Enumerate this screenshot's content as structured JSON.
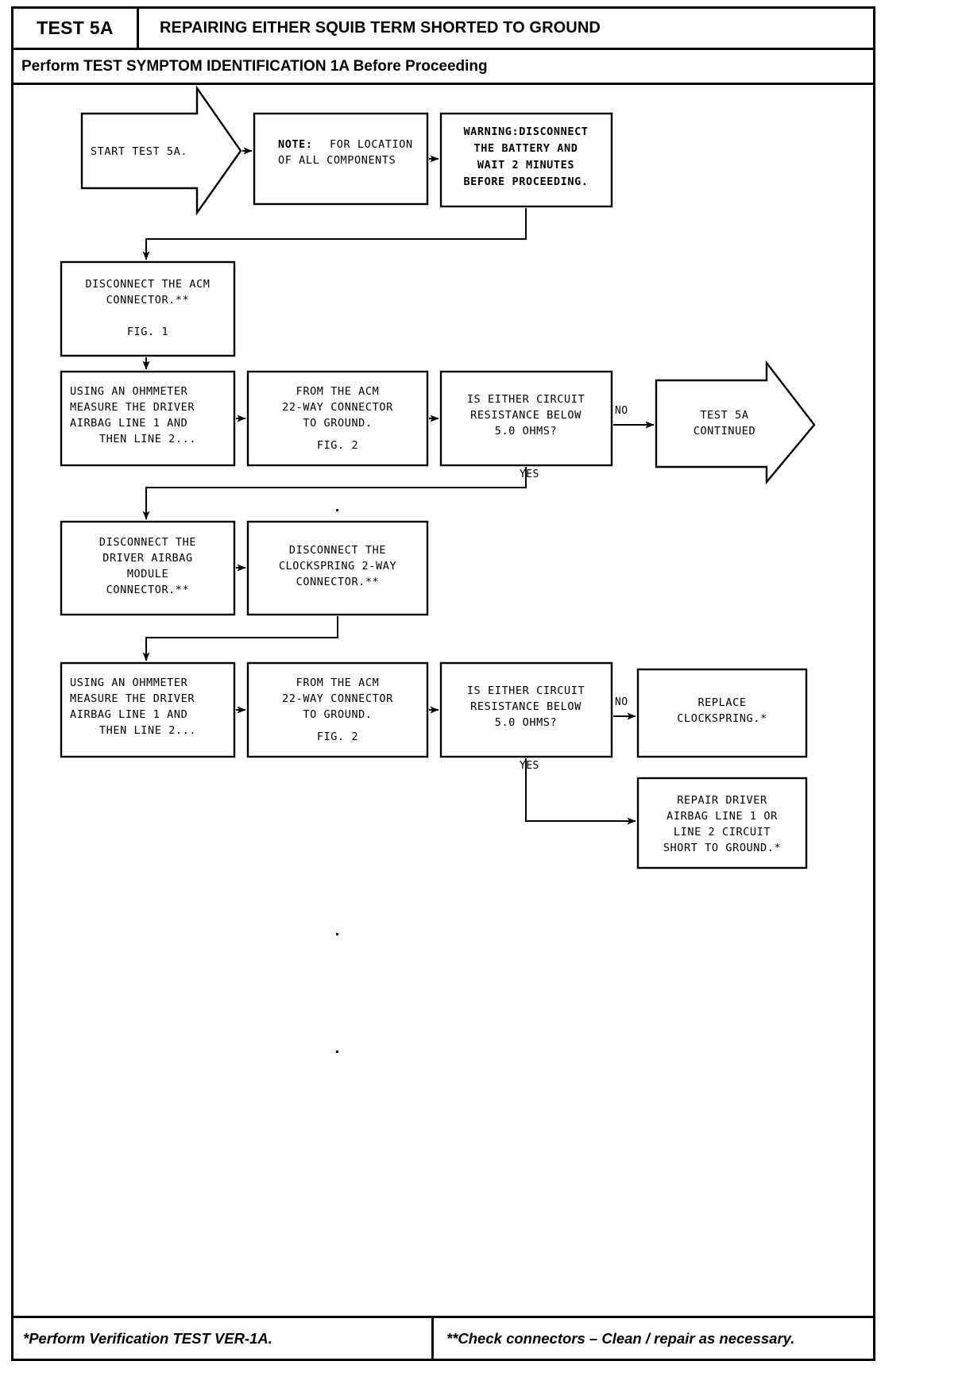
{
  "header": {
    "test_id": "TEST 5A",
    "title": "REPAIRING EITHER SQUIB TERM SHORTED TO GROUND",
    "subheader": "Perform TEST SYMPTOM IDENTIFICATION 1A Before Proceeding"
  },
  "footer": {
    "left_note": "*Perform Verification TEST VER-1A.",
    "right_note": "**Check connectors – Clean / repair as necessary."
  },
  "nodes": {
    "start": {
      "shape": "pentagon-arrow",
      "lines": [
        "START TEST 5A."
      ]
    },
    "note_components": {
      "shape": "rect",
      "lines": [
        "NOTE: FOR LOCATION",
        "OF ALL COMPONENTS"
      ],
      "bold_first_word": "NOTE:"
    },
    "warning_battery": {
      "shape": "rect",
      "bold": true,
      "lines": [
        "WARNING:DISCONNECT",
        "THE BATTERY AND",
        "WAIT 2 MINUTES",
        "BEFORE PROCEEDING."
      ]
    },
    "disconnect_acm": {
      "shape": "rect",
      "lines": [
        "DISCONNECT THE ACM",
        "CONNECTOR.**",
        "",
        "FIG. 1"
      ]
    },
    "ohmmeter_1": {
      "shape": "rect",
      "lines": [
        "USING AN OHMMETER",
        "MEASURE THE DRIVER",
        "AIRBAG LINE 1 AND",
        "THEN LINE 2..."
      ]
    },
    "from_acm_1": {
      "shape": "rect",
      "lines": [
        "FROM THE ACM",
        "22-WAY CONNECTOR",
        "TO GROUND.",
        "",
        "FIG. 2"
      ]
    },
    "decision_1": {
      "shape": "rect",
      "lines": [
        "IS EITHER CIRCUIT",
        "RESISTANCE BELOW",
        "5.0 OHMS?"
      ]
    },
    "test_continued": {
      "shape": "pentagon-arrow",
      "lines": [
        "TEST 5A",
        "CONTINUED"
      ]
    },
    "disconnect_airbag_module": {
      "shape": "rect",
      "lines": [
        "DISCONNECT THE",
        "DRIVER AIRBAG",
        "MODULE",
        "CONNECTOR.**"
      ]
    },
    "disconnect_clockspring": {
      "shape": "rect",
      "lines": [
        "DISCONNECT THE",
        "CLOCKSPRING 2-WAY",
        "CONNECTOR.**"
      ]
    },
    "ohmmeter_2": {
      "shape": "rect",
      "lines": [
        "USING AN OHMMETER",
        "MEASURE THE DRIVER",
        "AIRBAG LINE 1 AND",
        "THEN LINE 2..."
      ]
    },
    "from_acm_2": {
      "shape": "rect",
      "lines": [
        "FROM THE ACM",
        "22-WAY CONNECTOR",
        "TO GROUND.",
        "",
        "FIG. 2"
      ]
    },
    "decision_2": {
      "shape": "rect",
      "lines": [
        "IS EITHER CIRCUIT",
        "RESISTANCE BELOW",
        "5.0 OHMS?"
      ]
    },
    "replace_clockspring": {
      "shape": "rect",
      "lines": [
        "REPLACE",
        "CLOCKSPRING.*"
      ]
    },
    "repair_short": {
      "shape": "rect",
      "lines": [
        "REPAIR DRIVER",
        "AIRBAG LINE 1 OR",
        "LINE 2 CIRCUIT",
        "SHORT TO GROUND.*"
      ]
    }
  },
  "branch_labels": {
    "decision_1_no": "NO",
    "decision_1_yes": "YES",
    "decision_2_no": "NO",
    "decision_2_yes": "YES"
  },
  "colors": {
    "ink": "#000000",
    "paper": "#ffffff"
  }
}
